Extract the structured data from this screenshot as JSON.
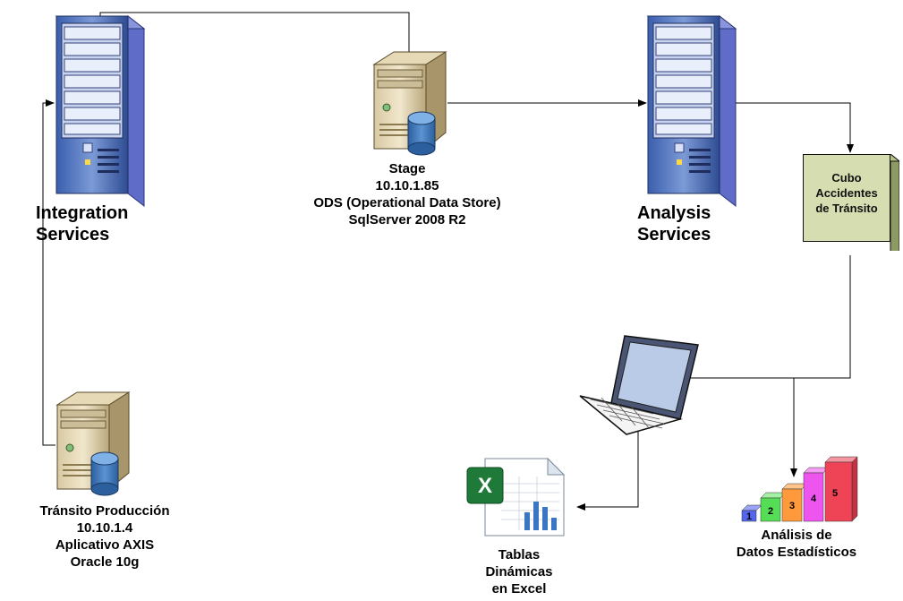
{
  "integration": {
    "line1": "Integration",
    "line2": "Services"
  },
  "stage": {
    "line1": "Stage",
    "line2": "10.10.1.85",
    "line3": "ODS (Operational Data Store)",
    "line4": "SqlServer 2008 R2"
  },
  "analysis": {
    "line1": "Analysis",
    "line2": "Services"
  },
  "cube": {
    "line1": "Cubo",
    "line2": "Accidentes",
    "line3": "de Tránsito"
  },
  "production": {
    "line1": "Tránsito Producción",
    "line2": "10.10.1.4",
    "line3": "Aplicativo AXIS",
    "line4": "Oracle 10g"
  },
  "excel": {
    "line1": "Tablas",
    "line2": "Dinámicas",
    "line3": "en Excel"
  },
  "stats": {
    "line1": "Análisis de",
    "line2": "Datos Estadísticos",
    "bars": [
      "1",
      "2",
      "3",
      "4",
      "5"
    ]
  },
  "colors": {
    "cube_fill": "#d6ddb0",
    "bar1": "#5566ee",
    "bar2": "#55dd55",
    "bar3": "#ff9a3c",
    "bar4": "#ee55ee",
    "bar5": "#ee4455"
  }
}
